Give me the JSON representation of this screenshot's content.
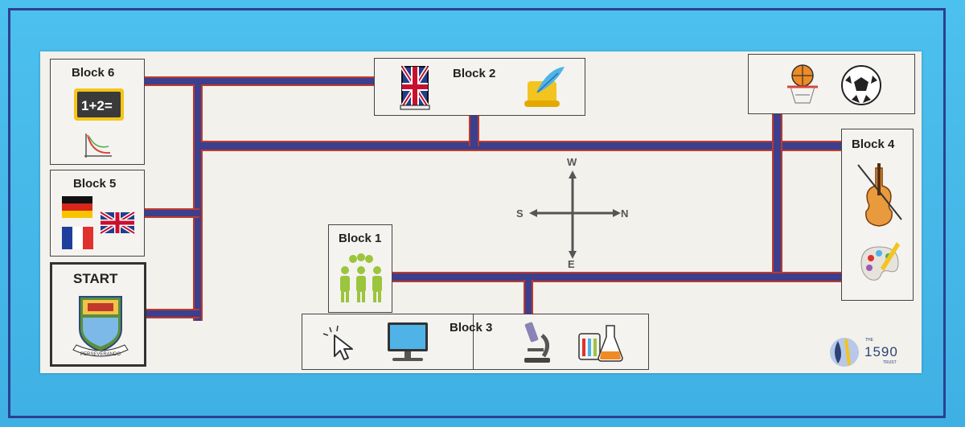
{
  "blocks": {
    "block6": "Block 6",
    "block5": "Block 5",
    "start": "START",
    "block2": "Block 2",
    "block1": "Block 1",
    "block3": "Block 3",
    "block4": "Block 4"
  },
  "math_icon_text": "1+2=",
  "compass": {
    "w": "W",
    "s": "S",
    "n": "N",
    "e": "E"
  },
  "logo": {
    "number": "1590",
    "small_top": "THE",
    "small_bottom": "TRUST"
  },
  "crest_motto": "PERSEVERANDO",
  "colors": {
    "background": "#45b8e8",
    "border": "#2c3f8f",
    "path": "#3b3f8e",
    "path_edge": "#c0392b",
    "board": "#f3f1ec"
  }
}
